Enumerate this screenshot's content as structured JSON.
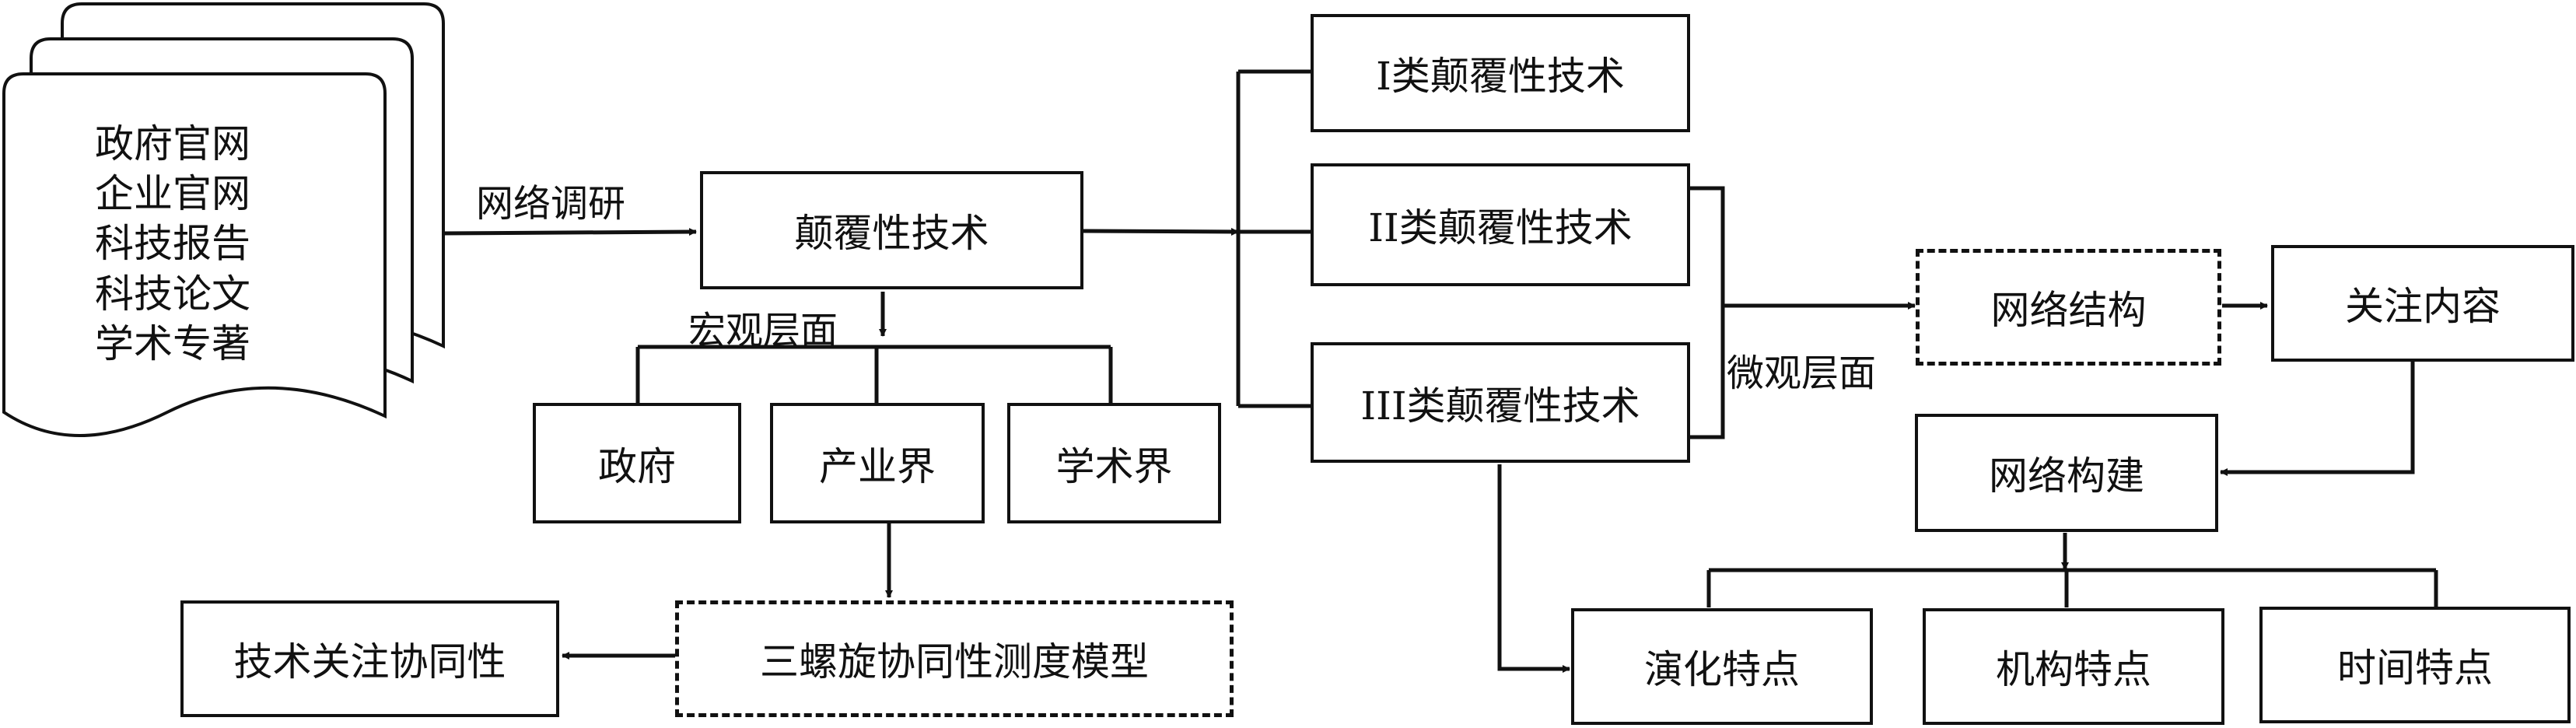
{
  "sources": [
    "政府官网",
    "企业官网",
    "科技报告",
    "科技论文",
    "学术专著"
  ],
  "labels": {
    "survey": "网络调研",
    "macro": "宏观层面",
    "micro": "微观层面"
  },
  "boxes": {
    "disruptive": "颠覆性技术",
    "gov": "政府",
    "industry": "产业界",
    "academia": "学术界",
    "helix_model": "三螺旋协同性测度模型",
    "tech_synergy": "技术关注协同性",
    "type1": "I类颠覆性技术",
    "type2": "II类颠覆性技术",
    "type3": "III类颠覆性技术",
    "network_structure": "网络结构",
    "attention_content": "关注内容",
    "network_build": "网络构建",
    "evolution": "演化特点",
    "institution": "机构特点",
    "time": "时间特点"
  }
}
